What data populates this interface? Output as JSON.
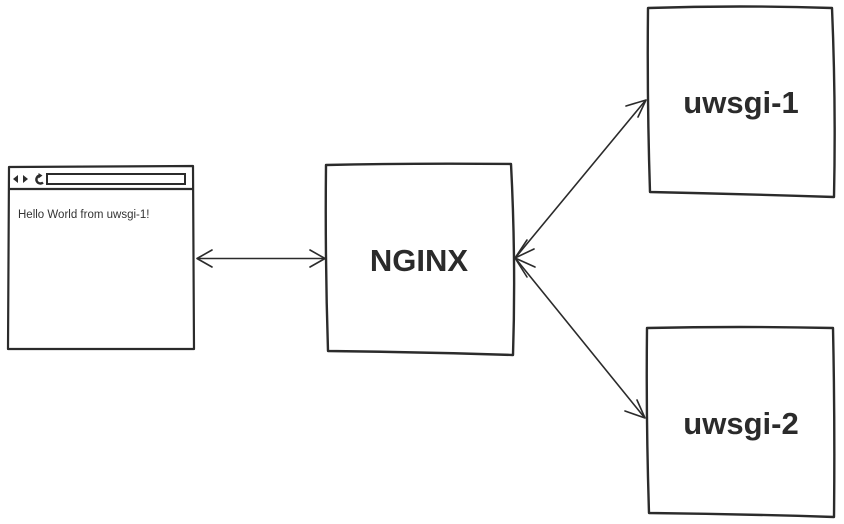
{
  "browser": {
    "content_text": "Hello World from uwsgi-1!"
  },
  "nodes": {
    "proxy": {
      "label": "NGINX"
    },
    "server1": {
      "label": "uwsgi-1"
    },
    "server2": {
      "label": "uwsgi-2"
    }
  },
  "colors": {
    "stroke": "#2b2b2b",
    "background": "#ffffff"
  }
}
